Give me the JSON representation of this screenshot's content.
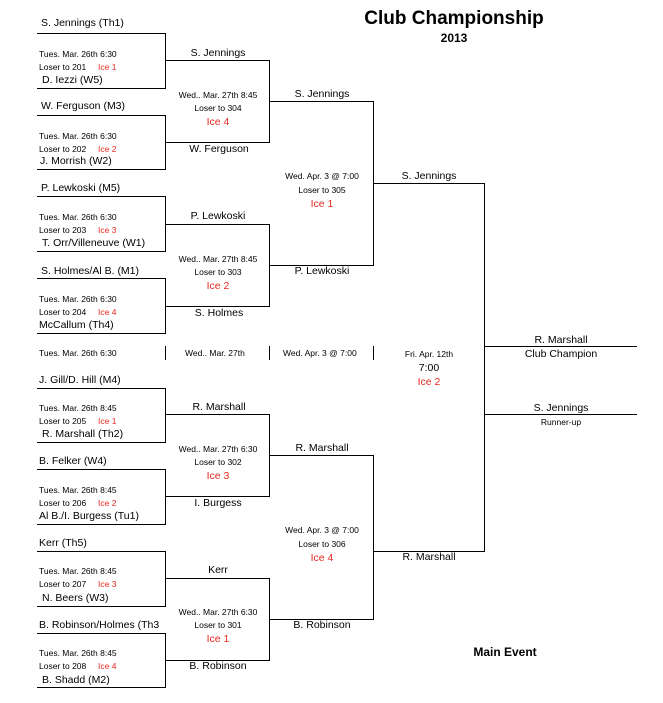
{
  "header": {
    "title": "Club Championship",
    "year": "2013"
  },
  "footer": {
    "label": "Main Event"
  },
  "round1": [
    {
      "top": "S. Jennings (Th1)",
      "bottom": "D. Iezzi (W5)",
      "time": "Tues. Mar. 26th  6:30",
      "loser": "Loser to 201",
      "ice": "Ice 1"
    },
    {
      "top": "W. Ferguson (M3)",
      "bottom": "J. Morrish (W2)",
      "time": "Tues. Mar. 26th  6:30",
      "loser": "Loser to 202",
      "ice": "Ice 2"
    },
    {
      "top": "P. Lewkoski (M5)",
      "bottom": "T. Orr/Villeneuve (W1)",
      "time": "Tues. Mar. 26th  6:30",
      "loser": "Loser to 203",
      "ice": "Ice 3"
    },
    {
      "top": "S. Holmes/Al B.  (M1)",
      "bottom": "McCallum (Th4)",
      "time": "Tues. Mar. 26th  6:30",
      "loser": "Loser to 204",
      "ice": "Ice 4"
    },
    {
      "top": "J. Gill/D. Hill (M4)",
      "bottom": "R. Marshall (Th2)",
      "time": "Tues. Mar. 26th  8:45",
      "loser": "Loser to 205",
      "ice": "Ice 1"
    },
    {
      "top": "B. Felker (W4)",
      "bottom": "Al B./I. Burgess (Tu1)",
      "time": "Tues. Mar. 26th  8:45",
      "loser": "Loser to 206",
      "ice": "Ice 2"
    },
    {
      "top": "Kerr (Th5)",
      "bottom": "N. Beers (W3)",
      "time": "Tues. Mar. 26th  8:45",
      "loser": "Loser to 207",
      "ice": "Ice 3"
    },
    {
      "top": "B. Robinson/Holmes (Th3",
      "bottom": "B. Shadd (M2)",
      "time": "Tues. Mar. 26th  8:45",
      "loser": "Loser to 208",
      "ice": "Ice 4"
    }
  ],
  "round2": [
    {
      "top": "S. Jennings",
      "bottom": "W. Ferguson",
      "time": "Wed.. Mar. 27th  8:45",
      "loser": "Loser to 304",
      "ice": "Ice 4"
    },
    {
      "top": "P. Lewkoski",
      "bottom": "S. Holmes",
      "time": "Wed.. Mar. 27th  8:45",
      "loser": "Loser to 303",
      "ice": "Ice 2"
    },
    {
      "top": "R. Marshall",
      "bottom": "I. Burgess",
      "time": "Wed.. Mar. 27th  6:30",
      "loser": "Loser to 302",
      "ice": "Ice 3"
    },
    {
      "top": "Kerr",
      "bottom": "B. Robinson",
      "time": "Wed.. Mar. 27th  6:30",
      "loser": "Loser to 301",
      "ice": "Ice 1"
    }
  ],
  "round3": [
    {
      "top": "S. Jennings",
      "bottom": "P. Lewkoski",
      "time": "Wed. Apr. 3 @ 7:00",
      "loser": "Loser to 305",
      "ice": "Ice 1"
    },
    {
      "top": "R. Marshall",
      "bottom": "B. Robinson",
      "time": "Wed. Apr. 3 @ 7:00",
      "loser": "Loser to 306",
      "ice": "Ice 4"
    }
  ],
  "semis": {
    "top": "S. Jennings",
    "bottom": "R. Marshall"
  },
  "final": {
    "date": "Fri. Apr. 12th",
    "time": "7:00",
    "ice": "Ice 2",
    "champion": "R. Marshall",
    "champion_label": "Club Champion",
    "runnerup": "S. Jennings",
    "runnerup_label": "Runner-up"
  },
  "date_row": {
    "r1": "Tues. Mar. 26th  6:30",
    "r2": "Wed.. Mar. 27th",
    "r3": "Wed. Apr. 3 @ 7:00"
  }
}
